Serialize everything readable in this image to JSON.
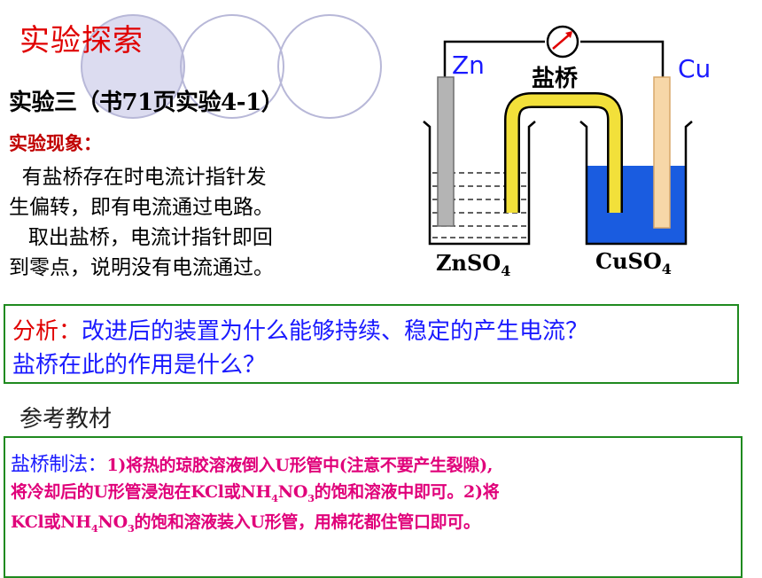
{
  "title": "实验探索",
  "experiment_heading": "实验三（书71页实验4-1）",
  "phenomenon_label": "实验现象：",
  "phenomenon_lines": [
    "  有盐桥存在时电流计指针发",
    "生偏转，即有电流通过电路。",
    "   取出盐桥，电流计指针即回",
    "到零点，说明没有电流通过。"
  ],
  "diagram": {
    "zn_label": "Zn",
    "cu_label": "Cu",
    "bridge_label": "盐桥",
    "left_solution": "ZnSO",
    "right_solution": "CuSO",
    "subscript": "4",
    "colors": {
      "cuso4": "#1a5ce0",
      "bridge": "#f2e03a",
      "zn_rod": "#b4b4b4",
      "cu_rod": "#f7d7a8"
    }
  },
  "analysis": {
    "label": "分析：",
    "line1": "改进后的装置为什么能够持续、稳定的产生电流？",
    "line2": "盐桥在此的作用是什么？"
  },
  "reference_title": "参考教材",
  "method": {
    "label": "盐桥制法：",
    "line1_text": "1)将热的琼胶溶液倒入U形管中(注意不要产生裂隙),",
    "line2_a": "将冷却后的U形管浸泡在KCl或NH",
    "line2_b": "NO",
    "line2_c": "的饱和溶液中即可。2)将",
    "line3_a": "KCl或NH",
    "line3_b": "NO",
    "line3_c": "的饱和溶液装入U形管，用棉花都住管口即可。",
    "sub4": "4",
    "sub3": "3"
  },
  "colors": {
    "title_red": "#e00000",
    "analysis_blue": "#1a1aff",
    "method_pink": "#e0007a",
    "frame_green": "#1f8a1f"
  }
}
